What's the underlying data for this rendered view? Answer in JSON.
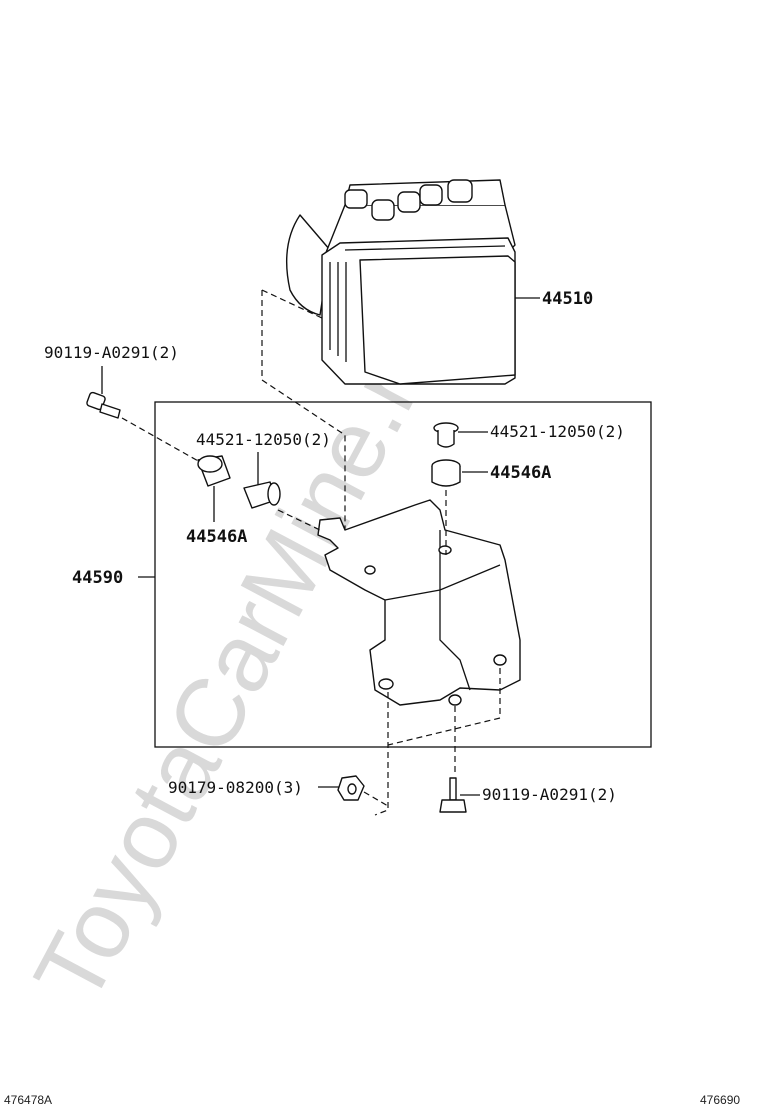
{
  "watermark": "ToyotaCarMine.ru",
  "footer": {
    "left_ref": "476478A",
    "right_ref": "476690"
  },
  "callouts": {
    "actuator": "44510",
    "bracket_assy": "44590",
    "bolt_top_left": "90119-A0291(2)",
    "collar_left": "44521-12050(2)",
    "collar_right": "44521-12050(2)",
    "cushion_left": "44546A",
    "cushion_right": "44546A",
    "nut": "90179-08200(3)",
    "bolt_bottom": "90119-A0291(2)"
  }
}
